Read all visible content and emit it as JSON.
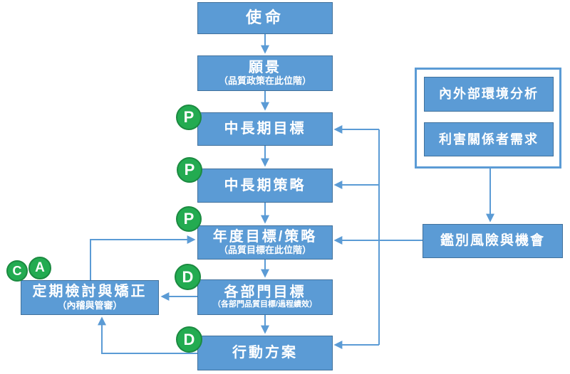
{
  "colors": {
    "box_fill": "#5B9BD5",
    "box_border": "#41719C",
    "arrow": "#5B9BD5",
    "badge_fill": "#23AB51",
    "badge_border": "#1B8A40",
    "text": "#FFFFFF"
  },
  "flow": {
    "mission": {
      "label": "使命"
    },
    "vision": {
      "label": "願景",
      "sublabel": "（品質政策在此位階）"
    },
    "midlong_goal": {
      "label": "中長期目標",
      "badge": "P"
    },
    "midlong_strategy": {
      "label": "中長期策略",
      "badge": "P"
    },
    "annual_goal": {
      "label": "年度目標/策略",
      "sublabel": "（品質目標在此位階）",
      "badge": "P"
    },
    "dept_goal": {
      "label": "各部門目標",
      "sublabel": "（各部門品質目標/過程績效）",
      "badge": "D"
    },
    "action_plan": {
      "label": "行動方案",
      "badge": "D"
    },
    "review": {
      "label": "定期檢討與矯正",
      "sublabel": "（內稽與管審）",
      "badges": [
        "C",
        "A"
      ]
    },
    "env_analysis": {
      "label": "內外部環境分析"
    },
    "stakeholder_needs": {
      "label": "利害關係者需求"
    },
    "risk_opportunity": {
      "label": "鑑別風險與機會"
    }
  }
}
